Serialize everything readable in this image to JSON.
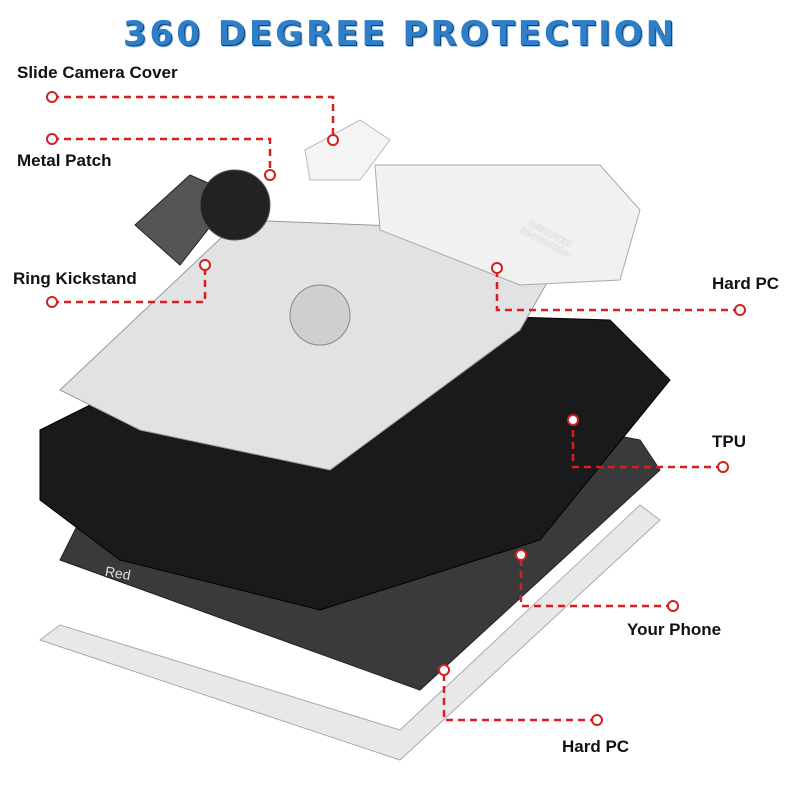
{
  "title": "360 DEGREE PROTECTION",
  "labels": {
    "slide_camera_cover": "Slide Camera Cover",
    "metal_patch": "Metal Patch",
    "ring_kickstand": "Ring Kickstand",
    "hard_pc_top": "Hard PC",
    "tpu": "TPU",
    "your_phone": "Your Phone",
    "hard_pc_bottom": "Hard PC"
  },
  "embossed": {
    "line1": "DISCOVER",
    "line2": "INNOVATION"
  },
  "phone_brand": "Red",
  "colors": {
    "title": "#2f7ec8",
    "callout": "#d42020"
  }
}
